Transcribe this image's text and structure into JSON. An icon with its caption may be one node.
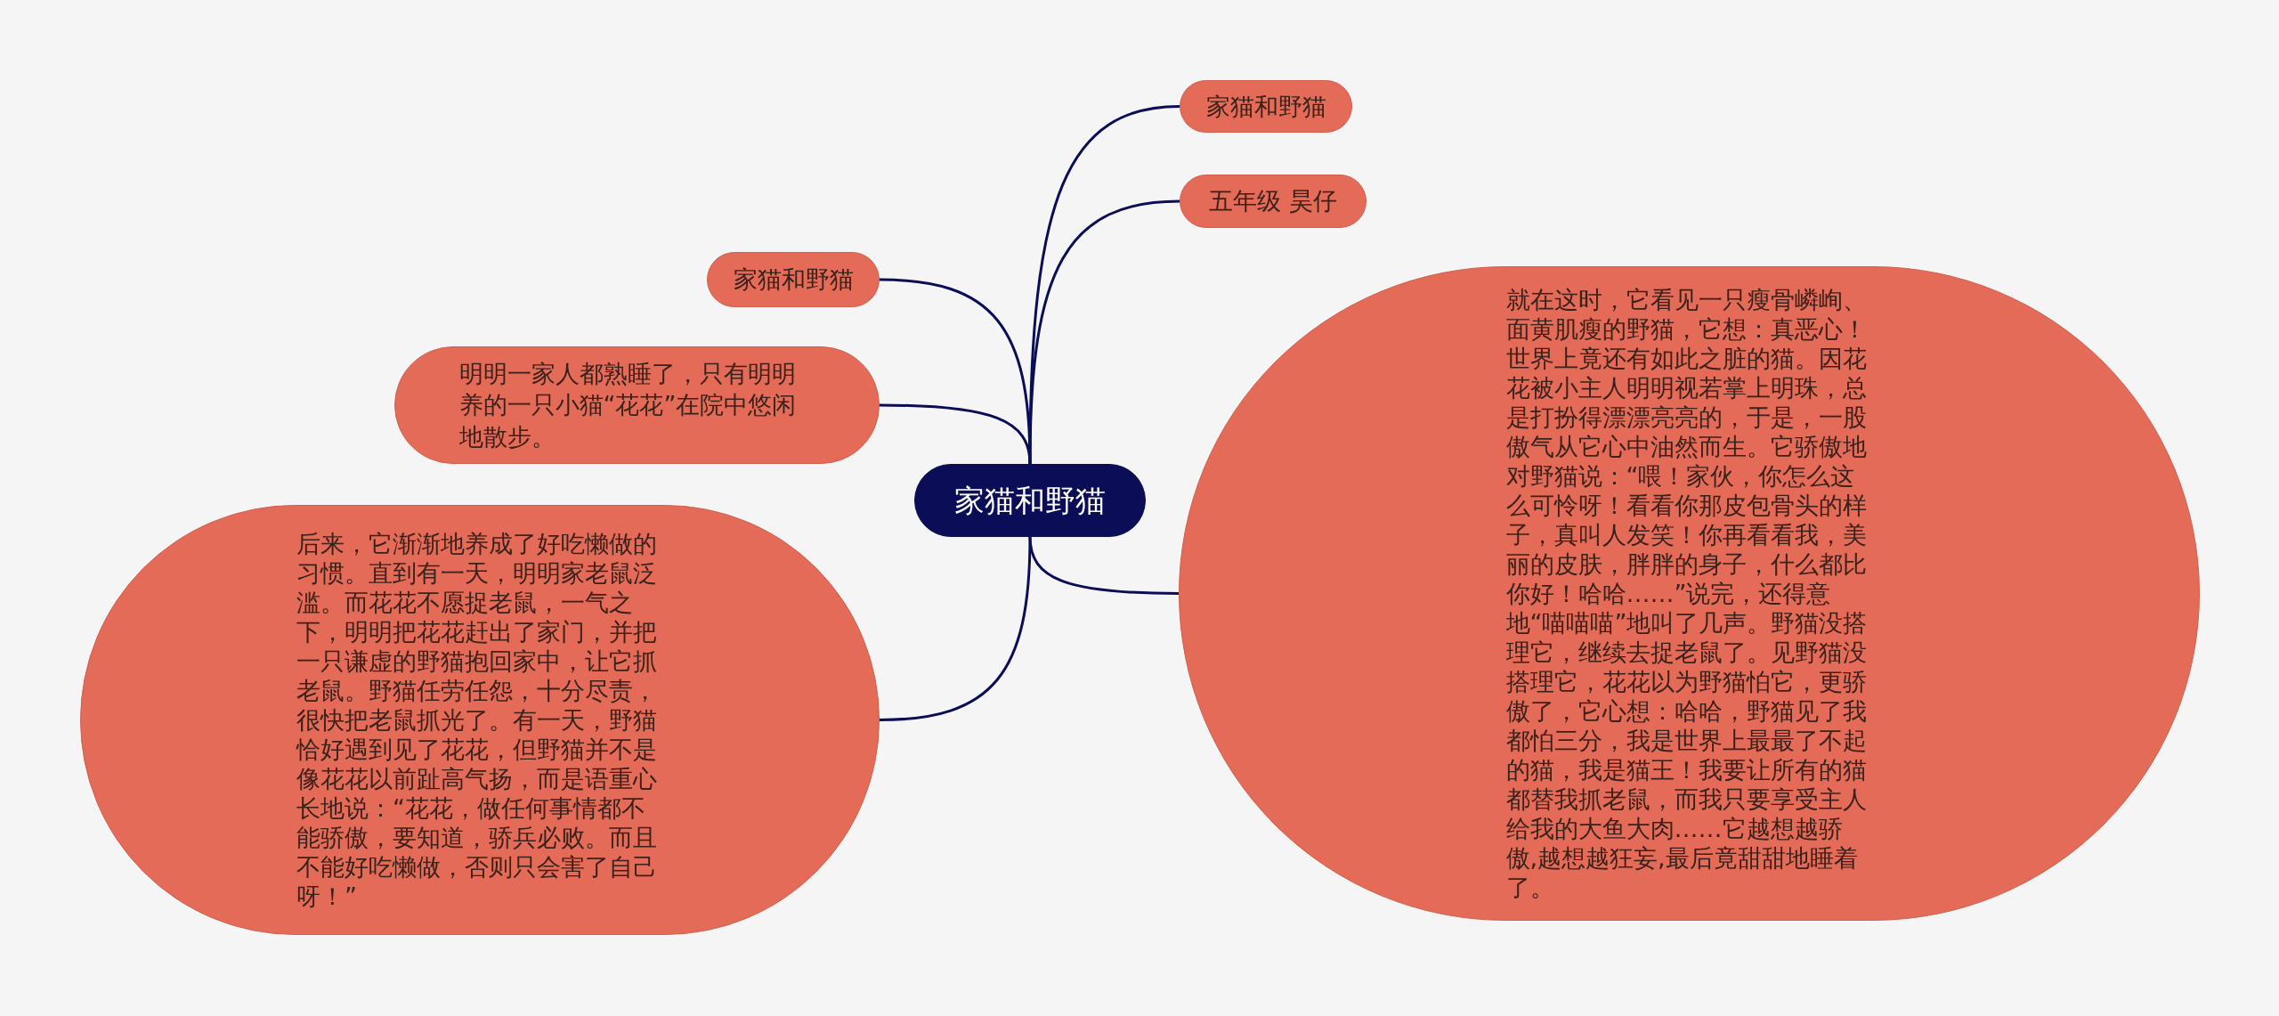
{
  "diagram": {
    "nodes": [
      {
        "text": [
          "家猫和野猫"
        ]
      },
      {
        "text": [
          "家猫和野猫"
        ]
      },
      {
        "text": [
          "五年级 昊仔"
        ]
      },
      {
        "text": [
          "家猫和野猫"
        ]
      },
      {
        "text": [
          "明明一家人都熟睡了，只有明明养的一只小猫“花花”在院中悠闲地散步。"
        ]
      },
      {
        "text": [
          "就在这时，它看见一只瘦骨嶙峋、面黄肌瘦的野猫，它想：真恶心！世界上竟还有如此之脏的猫。因花花被小主人明明视若掌上明珠，总是打扮得漂漂亮亮的，于是，一股傲气从它心中油然而生。它骄傲地对野猫说：“喂！家伙，你怎么这么可怜呀！看看你那皮包骨头的样子，真叫人发笑！你再看看我，美丽的皮肤，胖胖的身子，什么都比你好！哈哈……”说完，还得意地“喵喵喵”地叫了几声。野猫没搭理它，继续去捉老鼠了。见野猫没搭理它，花花以为野猫怕它，更骄傲了，它心想：哈哈，野猫见了我都怕三分，我是世界上最最了不起的猫，我是猫王！我要让所有的猫都替我抓老鼠，而我只要享受主人给我的大鱼大肉……它越想越骄傲,越想越狂妄,最后竟甜甜地睡着了。"
        ]
      },
      {
        "text": [
          "后来，它渐渐地养成了好吃懒做的习惯。直到有一天，明明家老鼠泛滥。而花花不愿捉老鼠，一气之下，明明把花花赶出了家门，并把一只谦虚的野猫抱回家中，让它抓老鼠。野猫任劳任怨，十分尽责，很快把老鼠抓光了。有一天，野猫恰好遇到见了花花，但野猫并不是像花花以前趾高气扬，而是语重心长地说：“花花，做任何事情都不能骄傲，要知道，骄兵必败。而且不能好吃懒做，否则只会害了自己呀！”"
        ]
      }
    ],
    "edges": [
      {
        "from": 0,
        "to": 1,
        "arrow": "none"
      },
      {
        "from": 0,
        "to": 2,
        "arrow": "none"
      },
      {
        "from": 0,
        "to": 3,
        "arrow": "none"
      },
      {
        "from": 0,
        "to": 4,
        "arrow": "none"
      },
      {
        "from": 0,
        "to": 5,
        "arrow": "none"
      },
      {
        "from": 0,
        "to": 6,
        "arrow": "none"
      }
    ]
  }
}
